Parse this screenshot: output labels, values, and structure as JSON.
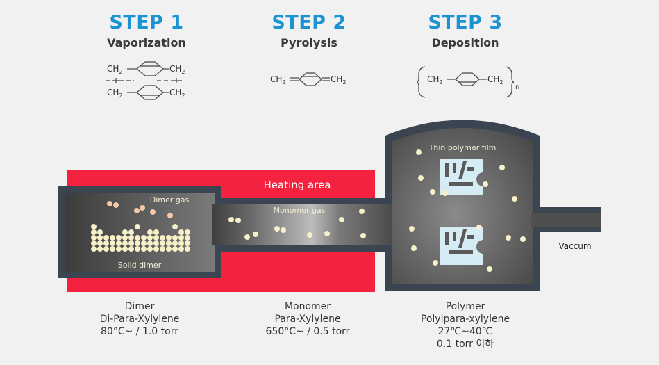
{
  "steps": [
    {
      "number": "STEP 1",
      "name": "Vaporization"
    },
    {
      "number": "STEP 2",
      "name": "Pyrolysis"
    },
    {
      "number": "STEP 3",
      "name": "Deposition"
    }
  ],
  "formulas": {
    "ch2": "CH",
    "sub2": "2",
    "n": "n"
  },
  "labels": {
    "heating_area": "Heating area",
    "dimer_gas": "Dimer gas",
    "solid_dimer": "Solid dimer",
    "monomer_gas": "Monomer gas",
    "thin_film": "Thin polymer film",
    "vacuum": "Vaccum"
  },
  "captions": [
    {
      "line1": "Dimer",
      "line2": "Di-Para-Xylylene",
      "line3": "80°C~ / 1.0 torr",
      "line4": ""
    },
    {
      "line1": "Monomer",
      "line2": "Para-Xylylene",
      "line3": "650°C~ / 0.5 torr",
      "line4": ""
    },
    {
      "line1": "Polymer",
      "line2": "Polylpara-xylylene",
      "line3": "27℃~40℃",
      "line4": "0.1 torr 이하"
    }
  ],
  "colors": {
    "accent": "#1a93d5",
    "heating": "#f5223f",
    "chamber_border": "#3b4552",
    "particle": "#f7f0c8",
    "film": "#d6ecf5"
  }
}
